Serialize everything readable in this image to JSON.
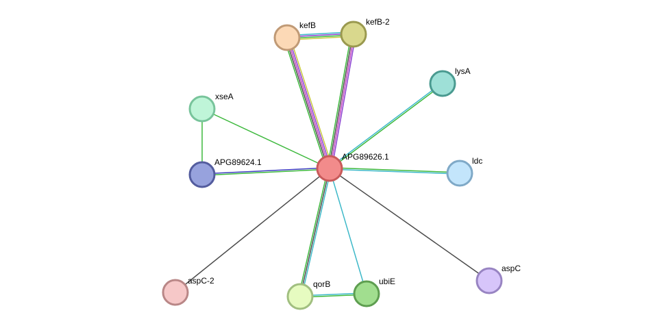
{
  "network": {
    "nodes": [
      {
        "id": "APG89626.1",
        "label": "APG89626.1",
        "fill": "#f28b8b",
        "stroke": "#c85a5a"
      },
      {
        "id": "kefB",
        "label": "kefB",
        "fill": "#fcd9b6",
        "stroke": "#c09a76"
      },
      {
        "id": "kefB-2",
        "label": "kefB-2",
        "fill": "#d9d88d",
        "stroke": "#9a994f"
      },
      {
        "id": "lysA",
        "label": "lysA",
        "fill": "#9ee0d7",
        "stroke": "#4a9a90"
      },
      {
        "id": "xseA",
        "label": "xseA",
        "fill": "#bff5d8",
        "stroke": "#78c49b"
      },
      {
        "id": "APG89624.1",
        "label": "APG89624.1",
        "fill": "#97a2dd",
        "stroke": "#535c9e"
      },
      {
        "id": "ldc",
        "label": "ldc",
        "fill": "#c3e5fb",
        "stroke": "#7fa9c7"
      },
      {
        "id": "aspC-2",
        "label": "aspC-2",
        "fill": "#f6c8c8",
        "stroke": "#b98787"
      },
      {
        "id": "qorB",
        "label": "qorB",
        "fill": "#e6fbc0",
        "stroke": "#a1bf80"
      },
      {
        "id": "ubiE",
        "label": "ubiE",
        "fill": "#a1de8f",
        "stroke": "#5e9e50"
      },
      {
        "id": "aspC",
        "label": "aspC",
        "fill": "#d7c5fa",
        "stroke": "#9884c2"
      }
    ],
    "edges": [
      {
        "from": "APG89626.1",
        "to": "kefB",
        "colors": [
          "#3cb83c",
          "#4a4a4a",
          "#c040c0",
          "#8a40d0",
          "#c8c840"
        ]
      },
      {
        "from": "APG89626.1",
        "to": "kefB-2",
        "colors": [
          "#3cb83c",
          "#4a4a4a",
          "#c040c0",
          "#8a40d0"
        ]
      },
      {
        "from": "kefB",
        "to": "kefB-2",
        "colors": [
          "#3cb8c8",
          "#8a40d0",
          "#3cb83c",
          "#c8c840"
        ]
      },
      {
        "from": "APG89626.1",
        "to": "lysA",
        "colors": [
          "#3cb8c8",
          "#3cb83c"
        ]
      },
      {
        "from": "APG89626.1",
        "to": "xseA",
        "colors": [
          "#3cb83c"
        ]
      },
      {
        "from": "xseA",
        "to": "APG89624.1",
        "colors": [
          "#3cb83c"
        ]
      },
      {
        "from": "APG89626.1",
        "to": "APG89624.1",
        "colors": [
          "#3cb83c",
          "#3c3cc0"
        ]
      },
      {
        "from": "APG89626.1",
        "to": "ldc",
        "colors": [
          "#3cb83c",
          "#3cb8c8"
        ]
      },
      {
        "from": "APG89626.1",
        "to": "aspC-2",
        "colors": [
          "#4a4a4a"
        ]
      },
      {
        "from": "APG89626.1",
        "to": "qorB",
        "colors": [
          "#3cb8c8",
          "#4a4a4a",
          "#3cb83c"
        ]
      },
      {
        "from": "APG89626.1",
        "to": "ubiE",
        "colors": [
          "#3cb8c8"
        ]
      },
      {
        "from": "qorB",
        "to": "ubiE",
        "colors": [
          "#3cb8c8",
          "#3cb83c"
        ]
      },
      {
        "from": "APG89626.1",
        "to": "aspC",
        "colors": [
          "#4a4a4a"
        ]
      }
    ]
  }
}
